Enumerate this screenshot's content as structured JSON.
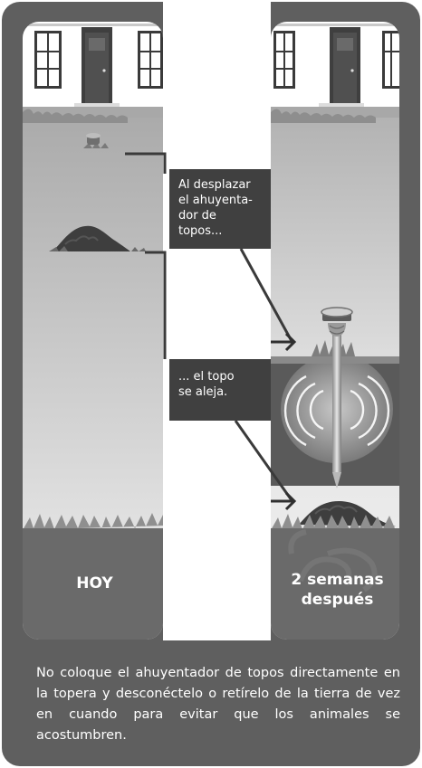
{
  "panels": {
    "left_label": "HOY",
    "right_label": "2 semanas\ndespués"
  },
  "callouts": [
    {
      "text": "Al desplazar\nel ahuyenta-\ndor de topos..."
    },
    {
      "text": "... el topo\nse aleja."
    }
  ],
  "caption": "No coloque el ahuyentador de topos directamente en la topera y desconéctelo o retírelo de la tierra de vez en cuando para evitar que los animales se acostumbren.",
  "colors": {
    "card_background": "#5f5f5f",
    "callout_background": "#404040",
    "text": "#ffffff"
  }
}
